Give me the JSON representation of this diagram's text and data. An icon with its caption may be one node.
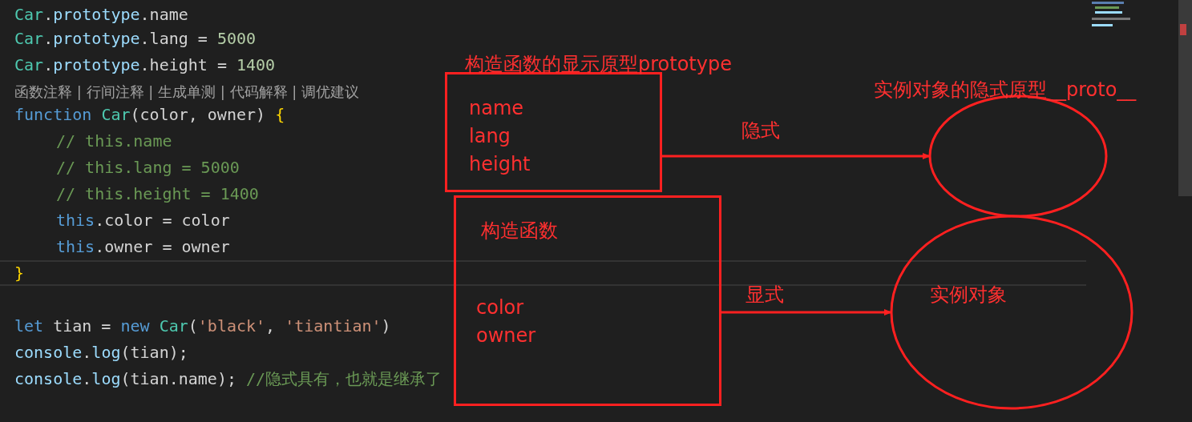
{
  "diagram": {
    "nodes": [
      {
        "text": [
          "构造函数的显示原型prototype",
          "name lang height"
        ]
      },
      {
        "text": [
          "构造函数",
          "color owner"
        ]
      },
      {
        "text": [
          "实例对象的隐式原型__proto__"
        ]
      },
      {
        "text": [
          "实例对象"
        ]
      }
    ],
    "edges": [
      {
        "from": 0,
        "to": 2,
        "arrow": "to",
        "label": "隐式"
      },
      {
        "from": 1,
        "to": 3,
        "arrow": "to",
        "label": "显式"
      }
    ],
    "labels": [
      "Car.prototype.name",
      "Car.prototype.lang = 5000",
      "Car.prototype.height = 1400",
      "函数注释 | 行间注释 | 生成单测 | 代码解释 | 调优建议",
      "function Car(color, owner) {",
      "// this.name",
      "// this.lang = 5000",
      "// this.height = 1400",
      "this.color = color",
      "this.owner = owner",
      "}",
      "let tian = new Car('black', 'tiantian')",
      "console.log(tian);",
      "console.log(tian.name); //隐式具有，也就是继承了"
    ]
  }
}
